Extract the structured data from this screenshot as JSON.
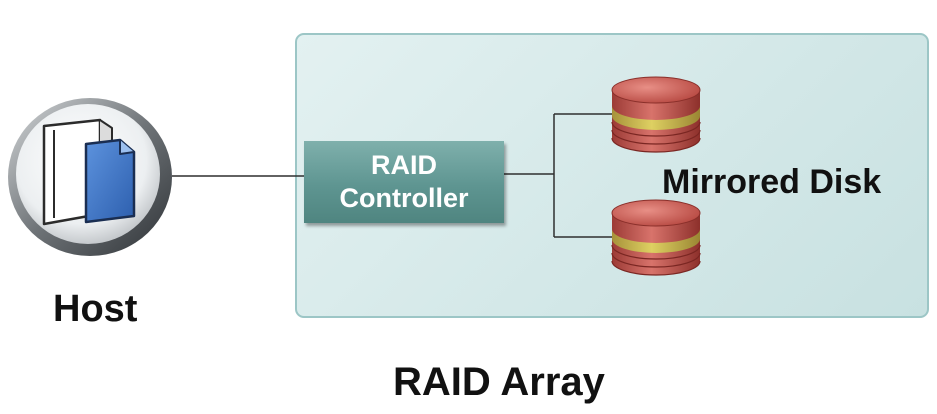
{
  "diagram": {
    "host_label": "Host",
    "controller_label_line1": "RAID",
    "controller_label_line2": "Controller",
    "disk_group_label": "Mirrored Disk",
    "array_label": "RAID Array"
  },
  "icons": {
    "host": "server-icon",
    "disk_top": "disk-icon",
    "disk_bottom": "disk-icon"
  },
  "colors": {
    "array_fill": "#d6eaea",
    "array_border": "#9cc6c6",
    "controller_fill": "#5e9591",
    "disk_red": "#c0504d",
    "disk_band": "#c9b84a",
    "host_document": "#3b73c4"
  }
}
